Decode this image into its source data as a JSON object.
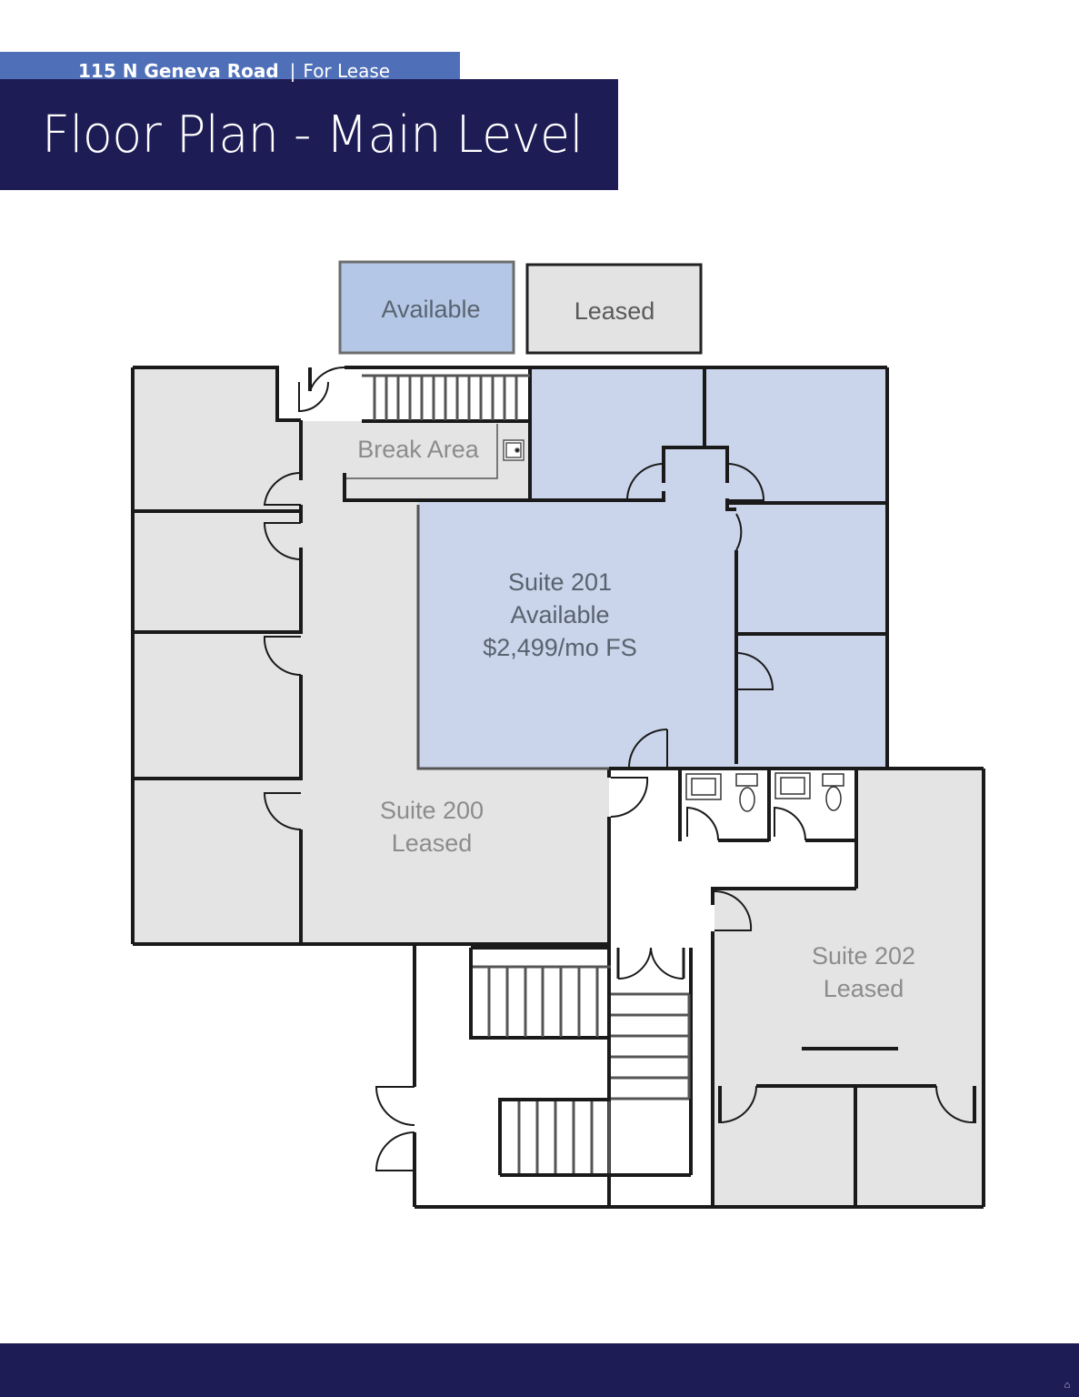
{
  "header": {
    "address": "115  N Geneva Road",
    "separator": "|",
    "listing_type": "For Lease",
    "title": "Floor Plan - Main Level"
  },
  "legend": {
    "available": {
      "label": "Available",
      "color": "#b4c7e7"
    },
    "leased": {
      "label": "Leased",
      "color": "#e3e3e3"
    }
  },
  "rooms": {
    "break_area": {
      "label": "Break Area"
    },
    "suite_201": {
      "line1": "Suite 201",
      "line2": "Available",
      "line3": "$2,499/mo FS",
      "status": "available"
    },
    "suite_200": {
      "line1": "Suite 200",
      "line2": "Leased",
      "status": "leased"
    },
    "suite_202": {
      "line1": "Suite 202",
      "line2": "Leased",
      "status": "leased"
    }
  },
  "colors": {
    "navy": "#1e1c55",
    "header_blue": "#4f6fb8",
    "available_fill": "#cad4ea",
    "leased_fill": "#e4e4e4",
    "wall": "#1a1a1a"
  },
  "footer": {
    "icon": "equal-housing-icon"
  }
}
